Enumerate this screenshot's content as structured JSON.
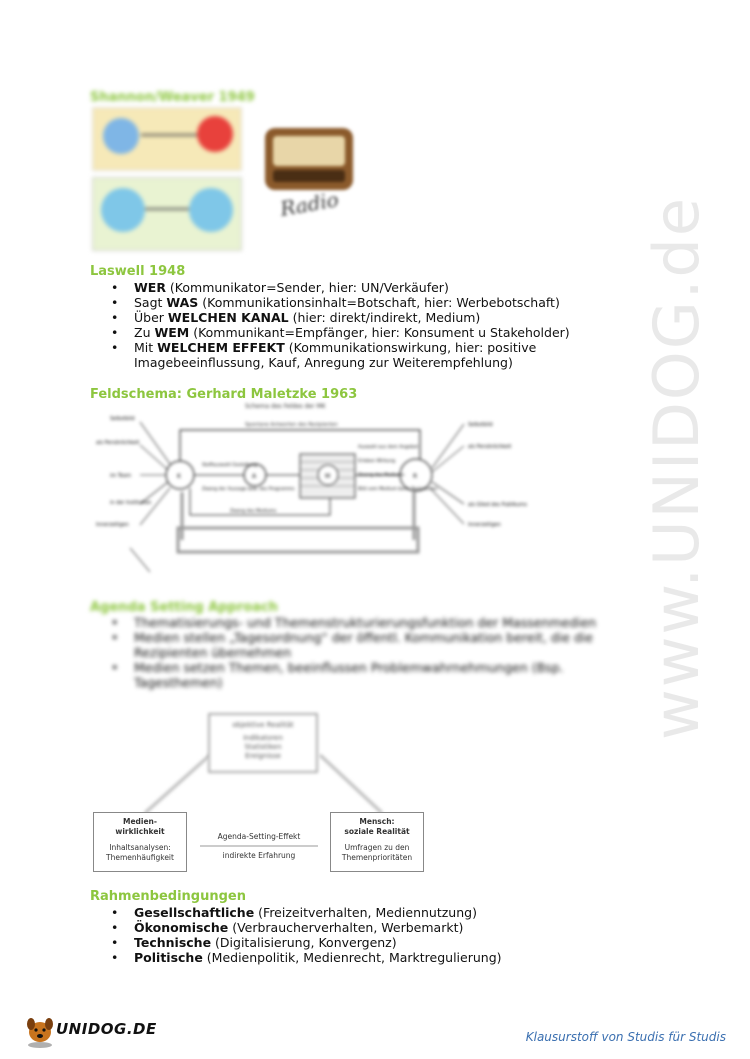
{
  "sections": {
    "shannon": {
      "heading": "Shannon/Weaver 1949"
    },
    "laswell": {
      "heading": "Laswell 1948",
      "items": [
        {
          "bold": "WER",
          "rest": " (Kommunikator=Sender, hier: UN/Verkäufer)",
          "prefix": ""
        },
        {
          "prefix": "Sagt ",
          "bold": "WAS",
          "rest": " (Kommunikationsinhalt=Botschaft, hier: Werbebotschaft)"
        },
        {
          "prefix": "Über ",
          "bold": "WELCHEN KANAL",
          "rest": " (hier: direkt/indirekt, Medium)"
        },
        {
          "prefix": "Zu ",
          "bold": "WEM",
          "rest": " (Kommunikant=Empfänger, hier: Konsument u Stakeholder)"
        },
        {
          "prefix": "Mit ",
          "bold": "WELCHEM EFFEKT",
          "rest": " (Kommunikationswirkung, hier: positive Imagebeeinflussung, Kauf, Anregung zur Weiterempfehlung)"
        }
      ]
    },
    "feldschema": {
      "heading": "Feldschema: Gerhard Maletzke 1963",
      "diagram_title": "Schema des Feldes der MK",
      "top_arrow": "Spontane Antworten des Rezipienten",
      "left_labels": [
        "Selbstbild",
        "als Persönlichkeit",
        "im Team",
        "in der Institution",
        "Innerzeitigen"
      ],
      "right_labels": [
        "Selbstbild",
        "als Persönlichkeit",
        "als Glied des Publikums",
        "Innerzeitigen"
      ],
      "nodes": {
        "k": "K",
        "a": "A",
        "m": "M",
        "r": "R"
      },
      "mid_labels": [
        "Stoffauswahl Gestaltung",
        "Zwang der Aussage bzw. des Programms"
      ],
      "right_box": [
        "Auswahl aus dem Angebot",
        "Erleben Wirkung",
        "Zwang des Mediums",
        "Bild vom Medium beim Rezipienten"
      ],
      "bottom_arrow": "Zwang des Mediums"
    },
    "agenda": {
      "heading": "Agenda Setting Approach",
      "items": [
        "Thematisierungs- und Themenstrukturierungsfunktion der Massenmedien",
        "Medien stellen „Tagesordnung“ der öffentl. Kommunikation bereit, die die Rezipienten übernehmen",
        "Medien setzen Themen, beeinflussen Problemwahrnehmungen (Bsp. Tagesthemen)"
      ],
      "diagram": {
        "top_box": [
          "objektive Realität",
          "Indikatoren",
          "Statistiken",
          "Ereignisse"
        ],
        "left_box_title": "Medien-wirklichkeit",
        "left_box_line1": "Medien-",
        "left_box_line2": "wirklichkeit",
        "left_box_sub1": "Inhaltsanalysen:",
        "left_box_sub2": "Themenhäufigkeit",
        "right_box_line1": "Mensch:",
        "right_box_line2": "soziale Realität",
        "right_box_sub1": "Umfragen zu den",
        "right_box_sub2": "Themenprioritäten",
        "arrow_top": "Agenda-Setting-Effekt",
        "arrow_bottom": "indirekte Erfahrung"
      }
    },
    "rahmen": {
      "heading": "Rahmenbedingungen",
      "items": [
        {
          "bold": "Gesellschaftliche",
          "rest": " (Freizeitverhalten, Mediennutzung)"
        },
        {
          "bold": "Ökonomische",
          "rest": " (Verbraucherverhalten, Werbemarkt)"
        },
        {
          "bold": "Technische",
          "rest": " (Digitalisierung, Konvergenz)"
        },
        {
          "bold": "Politische",
          "rest": " (Medienpolitik, Medienrecht, Marktregulierung)"
        }
      ]
    }
  },
  "radio_label": "Radio",
  "watermark": "www.UNIDOG.de",
  "logo": "UNIDOG.DE",
  "footer": "Klausurstoff von Studis für Studis",
  "colors": {
    "heading": "#8dc63f",
    "footer": "#3a6fb0"
  }
}
